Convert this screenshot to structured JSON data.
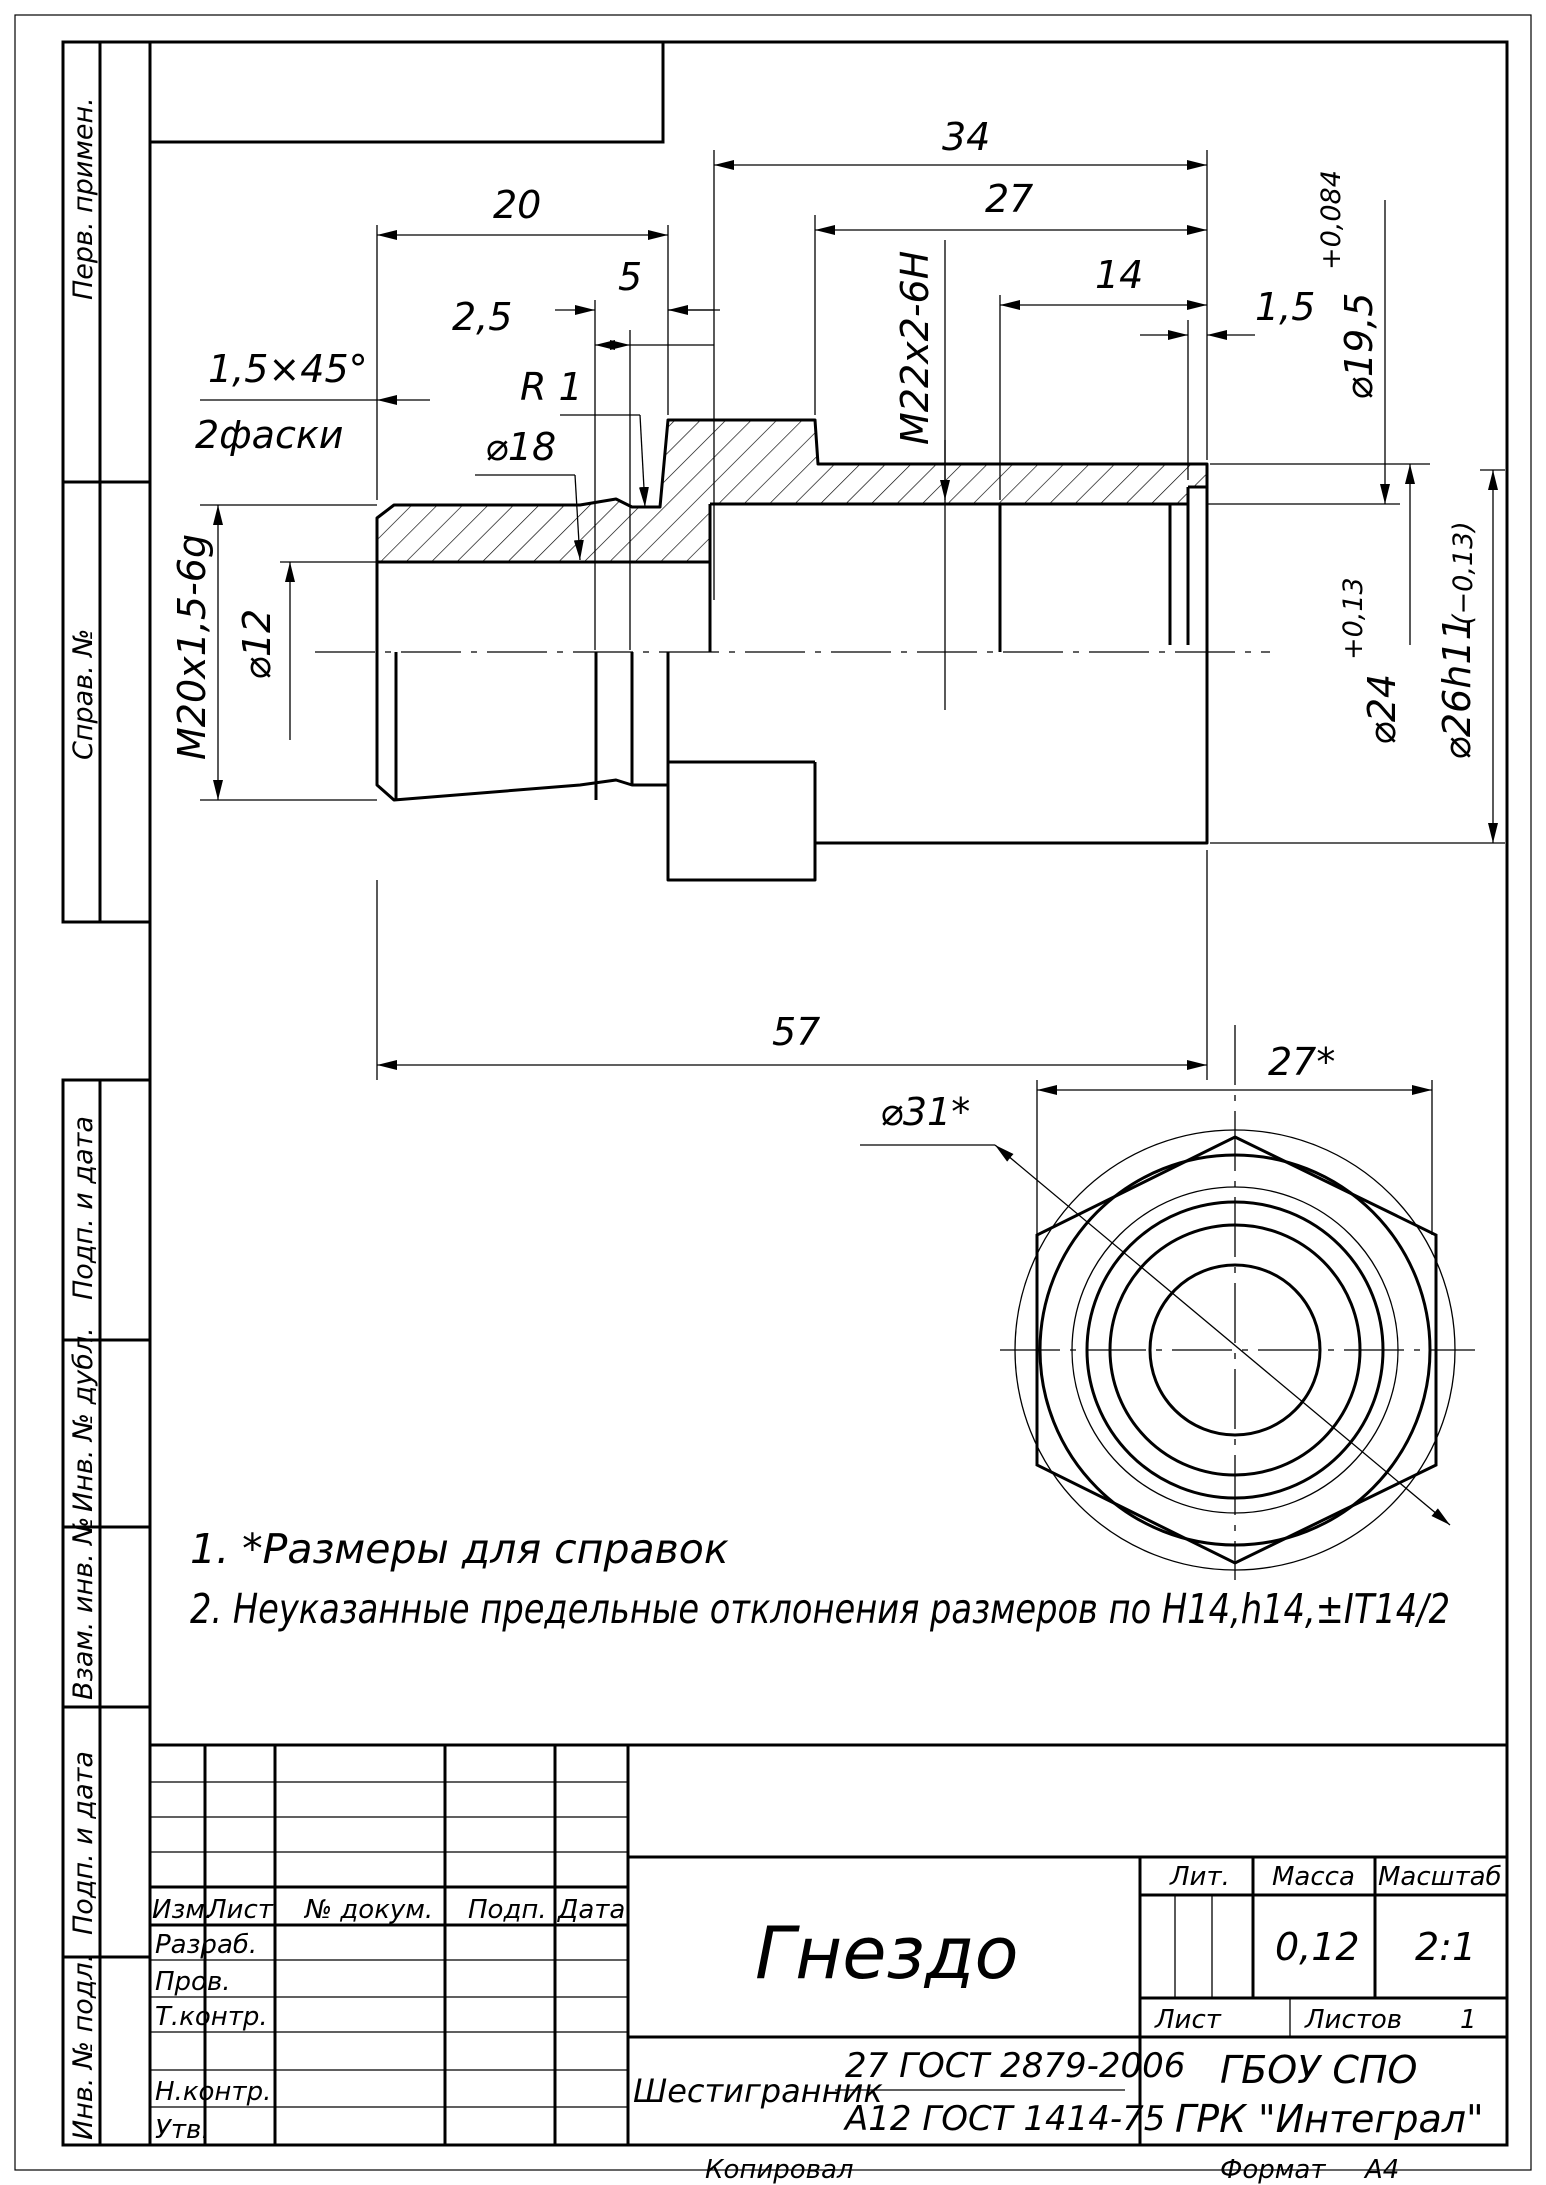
{
  "dimensions": {
    "d34": "34",
    "d27": "27",
    "d20": "20",
    "d14": "14",
    "d5": "5",
    "d2_5": "2,5",
    "d1_5": "1,5",
    "chamfer": "1,5×45°",
    "chamfer_note": "2фаски",
    "r1": "R 1",
    "phi18": "⌀18",
    "thread_inner": "M22x2-6H",
    "phi19_5": "⌀19,5",
    "phi19_5_tol": "+0,084",
    "thread_outer": "M20x1,5-6g",
    "phi12": "⌀12",
    "phi24": "⌀24",
    "phi24_tol": "+0,13",
    "phi26": "⌀26h11",
    "phi26_tol": "(−0,13)",
    "d57": "57",
    "phi31": "⌀31*",
    "d27star": "27*"
  },
  "side_stamp": {
    "perv_primen": "Перв. примен.",
    "sprav_no": "Справ. №",
    "podp_data_1": "Подп. и дата",
    "inv_dubl": "Инв. № дубл.",
    "vzam_inv": "Взам. инв. №",
    "podp_data_2": "Подп. и дата",
    "inv_podl": "Инв. № подл."
  },
  "notes": {
    "n1": "1.  *Размеры для справок",
    "n2": "2.  Неуказанные предельные отклонения размеров по H14,h14,±IT14/2"
  },
  "title_block": {
    "headers": {
      "izm": "Изм.",
      "list": "Лист",
      "doc_no": "№ докум.",
      "podp": "Подп.",
      "data": "Дата"
    },
    "roles": {
      "razrab": "Разраб.",
      "prov": "Пров.",
      "tkontr": "Т.контр.",
      "nkontr": "Н.контр.",
      "utv": "Утв."
    },
    "name": "Гнездо",
    "lit_label": "Лит.",
    "mass_label": "Масса",
    "scale_label": "Масштаб",
    "mass": "0,12",
    "scale": "2:1",
    "sheet_label": "Лист",
    "sheets_label": "Листов",
    "sheets": "1",
    "material_prefix": "Шестигранник",
    "material_top": "27 ГОСТ 2879-2006",
    "material_bottom": "А12 ГОСТ 1414-75",
    "org1": "ГБОУ СПО",
    "org2": "ГРК \"Интеграл\""
  },
  "footer": {
    "copied": "Копировал",
    "format_label": "Формат",
    "format": "А4"
  }
}
